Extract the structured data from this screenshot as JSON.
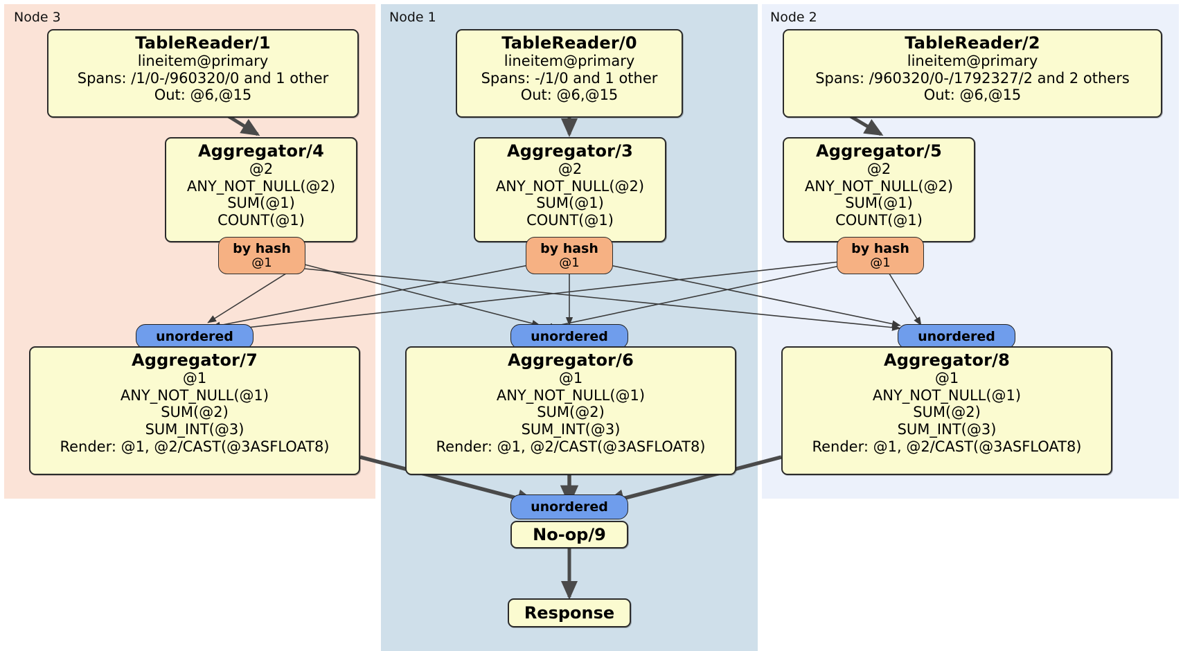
{
  "diagram": {
    "title": "DistSQL execution plan",
    "colors": {
      "node3_bg": "#fbe3d7",
      "node1_bg": "#cfdfea",
      "node2_bg": "#ecf1fb",
      "processor_bg": "#fbfbd0",
      "hash_badge_bg": "#f6b183",
      "unordered_badge_bg": "#6f9dec",
      "border": "#2b2b2b",
      "thin_edge": "#444444",
      "thick_edge": "#4a4a4a"
    }
  },
  "nodes": [
    {
      "key": "node3",
      "label": "Node 3"
    },
    {
      "key": "node1",
      "label": "Node 1"
    },
    {
      "key": "node2",
      "label": "Node 2"
    }
  ],
  "processors": {
    "table_reader_1": {
      "title": "TableReader/1",
      "lines": [
        "lineitem@primary",
        "Spans: /1/0-/960320/0 and 1 other",
        "Out: @6,@15"
      ]
    },
    "table_reader_0": {
      "title": "TableReader/0",
      "lines": [
        "lineitem@primary",
        "Spans: -/1/0 and 1 other",
        "Out: @6,@15"
      ]
    },
    "table_reader_2": {
      "title": "TableReader/2",
      "lines": [
        "lineitem@primary",
        "Spans: /960320/0-/1792327/2 and 2 others",
        "Out: @6,@15"
      ]
    },
    "aggregator_4": {
      "title": "Aggregator/4",
      "lines": [
        "@2",
        "ANY_NOT_NULL(@2)",
        "SUM(@1)",
        "COUNT(@1)"
      ]
    },
    "aggregator_3": {
      "title": "Aggregator/3",
      "lines": [
        "@2",
        "ANY_NOT_NULL(@2)",
        "SUM(@1)",
        "COUNT(@1)"
      ]
    },
    "aggregator_5": {
      "title": "Aggregator/5",
      "lines": [
        "@2",
        "ANY_NOT_NULL(@2)",
        "SUM(@1)",
        "COUNT(@1)"
      ]
    },
    "aggregator_7": {
      "title": "Aggregator/7",
      "lines": [
        "@1",
        "ANY_NOT_NULL(@1)",
        "SUM(@2)",
        "SUM_INT(@3)",
        "Render: @1, @2/CAST(@3ASFLOAT8)"
      ]
    },
    "aggregator_6": {
      "title": "Aggregator/6",
      "lines": [
        "@1",
        "ANY_NOT_NULL(@1)",
        "SUM(@2)",
        "SUM_INT(@3)",
        "Render: @1, @2/CAST(@3ASFLOAT8)"
      ]
    },
    "aggregator_8": {
      "title": "Aggregator/8",
      "lines": [
        "@1",
        "ANY_NOT_NULL(@1)",
        "SUM(@2)",
        "SUM_INT(@3)",
        "Render: @1, @2/CAST(@3ASFLOAT8)"
      ]
    },
    "noop_9": {
      "title": "No-op/9"
    },
    "response": {
      "title": "Response"
    }
  },
  "badges": {
    "hash_left": {
      "primary": "by hash",
      "secondary": "@1"
    },
    "hash_center": {
      "primary": "by hash",
      "secondary": "@1"
    },
    "hash_right": {
      "primary": "by hash",
      "secondary": "@1"
    },
    "unordered_left": {
      "label": "unordered"
    },
    "unordered_center": {
      "label": "unordered"
    },
    "unordered_right": {
      "label": "unordered"
    },
    "unordered_final": {
      "label": "unordered"
    }
  }
}
